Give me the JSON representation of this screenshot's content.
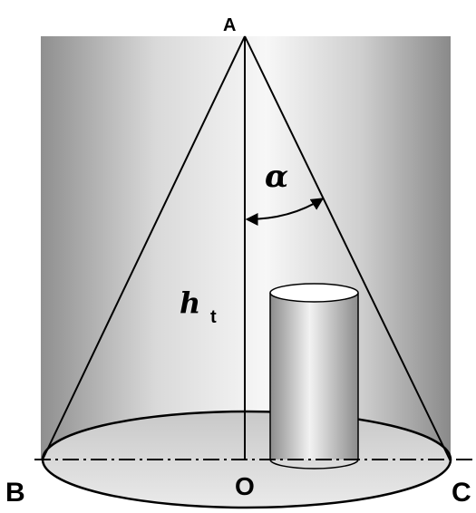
{
  "figure": {
    "points": {
      "apex": "A",
      "left": "B",
      "center": "O",
      "right": "C"
    },
    "height_symbol": "h",
    "height_subscript": "t",
    "angle_symbol": "α"
  },
  "colors": {
    "background_dark": "#8a8a8a",
    "background_light": "#f6f6f6",
    "lines": "#000000"
  }
}
